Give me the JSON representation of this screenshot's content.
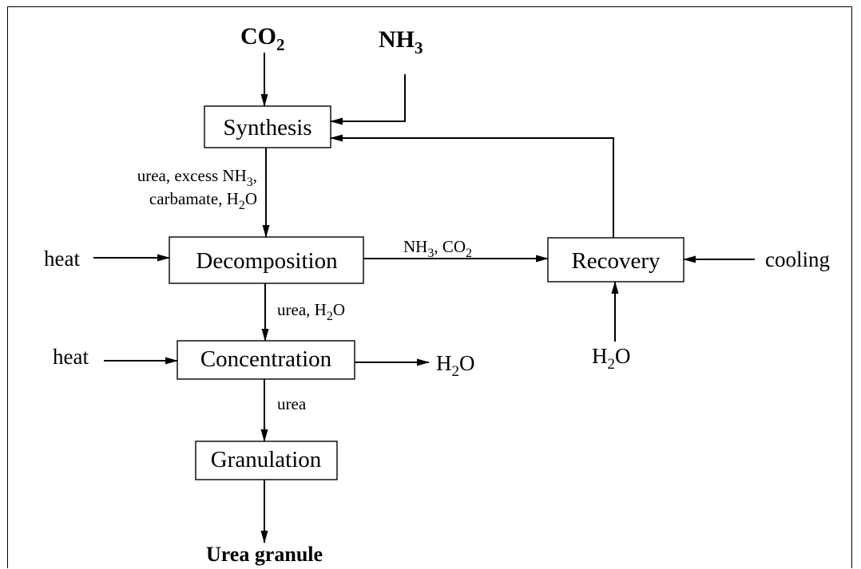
{
  "nodes": {
    "synthesis": "Synthesis",
    "decomposition": "Decomposition",
    "recovery": "Recovery",
    "concentration": "Concentration",
    "granulation": "Granulation"
  },
  "inputs": {
    "co2": {
      "main": "CO",
      "sub": "2"
    },
    "nh3": {
      "main": "NH",
      "sub": "3"
    },
    "heat_decomposition": "heat",
    "heat_concentration": "heat",
    "cooling": "cooling",
    "water_recovery": {
      "pre": "H",
      "sub": "2",
      "post": "O"
    }
  },
  "outputs": {
    "water_concentration": {
      "pre": "H",
      "sub": "2",
      "post": "O"
    },
    "product": "Urea granule"
  },
  "edge_labels": {
    "synthesis_out_line1": {
      "pre": "urea, excess NH",
      "sub": "3",
      "post": ","
    },
    "synthesis_out_line2": {
      "pre": "carbamate, H",
      "sub": "2",
      "post": "O"
    },
    "decomp_to_recovery": {
      "a": "NH",
      "a_sub": "3",
      "b": ", CO",
      "b_sub": "2"
    },
    "decomp_to_conc": {
      "pre": "urea, H",
      "sub": "2",
      "post": "O"
    },
    "conc_to_gran": "urea"
  }
}
